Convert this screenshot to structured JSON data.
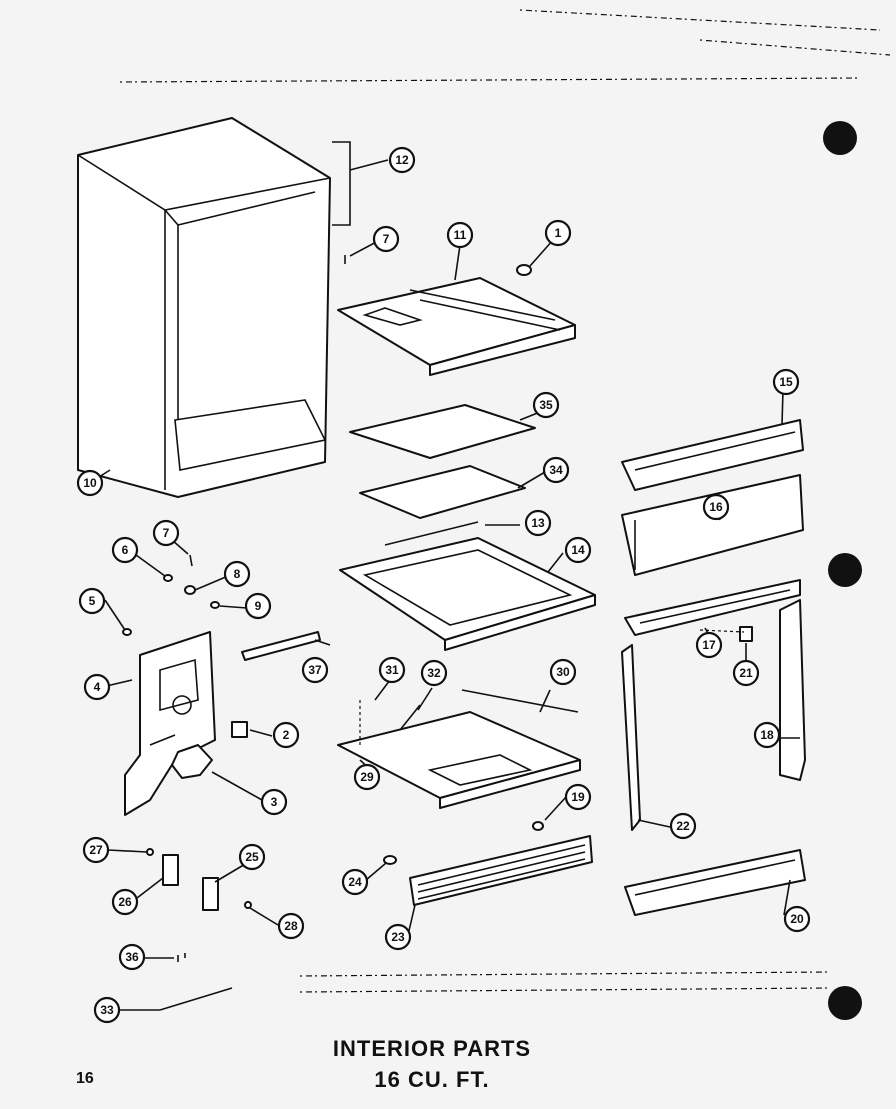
{
  "title": {
    "line1": "INTERIOR PARTS",
    "line2": "16 CU. FT."
  },
  "page_number": "16",
  "callouts": {
    "c1": "1",
    "c2": "2",
    "c3": "3",
    "c4": "4",
    "c5": "5",
    "c6": "6",
    "c7a": "7",
    "c7b": "7",
    "c8": "8",
    "c9": "9",
    "c10": "10",
    "c11": "11",
    "c12": "12",
    "c13": "13",
    "c14": "14",
    "c15": "15",
    "c16": "16",
    "c17": "17",
    "c18": "18",
    "c19": "19",
    "c20": "20",
    "c21": "21",
    "c22": "22",
    "c23": "23",
    "c24": "24",
    "c25": "25",
    "c26": "26",
    "c27": "27",
    "c28": "28",
    "c29": "29",
    "c30": "30",
    "c31": "31",
    "c32": "32",
    "c33": "33",
    "c34": "34",
    "c35": "35",
    "c36": "36",
    "c37": "37"
  }
}
